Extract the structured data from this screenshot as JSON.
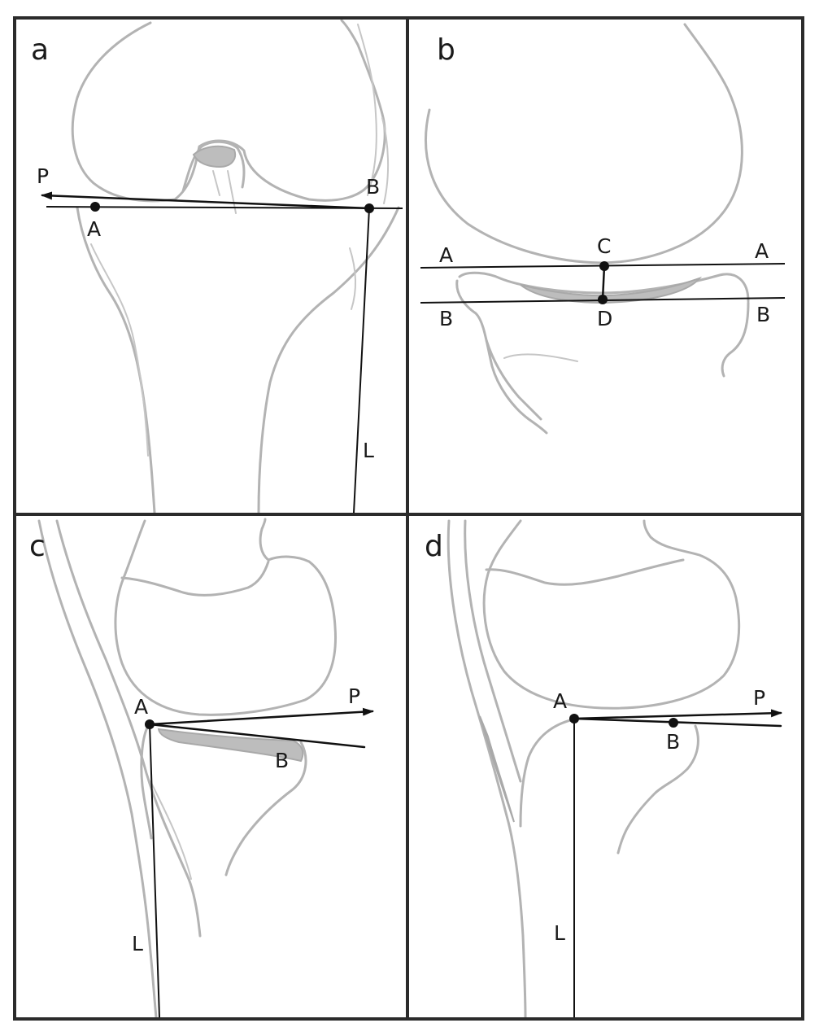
{
  "panels": [
    {
      "id": "a",
      "label": "a",
      "points": {
        "P": "P",
        "A": "A",
        "B": "B",
        "L": "L"
      }
    },
    {
      "id": "b",
      "label": "b",
      "points": {
        "A_left": "A",
        "A_right": "A",
        "B_left": "B",
        "B_right": "B",
        "C": "C",
        "D": "D"
      }
    },
    {
      "id": "c",
      "label": "c",
      "points": {
        "A": "A",
        "P": "P",
        "B": "B",
        "L": "L"
      }
    },
    {
      "id": "d",
      "label": "d",
      "points": {
        "A": "A",
        "P": "P",
        "B": "B",
        "L": "L"
      }
    }
  ],
  "colors": {
    "ink": "#111111",
    "sketch": "#b3b3b3",
    "frame": "#2b2b2b",
    "background": "#ffffff"
  }
}
